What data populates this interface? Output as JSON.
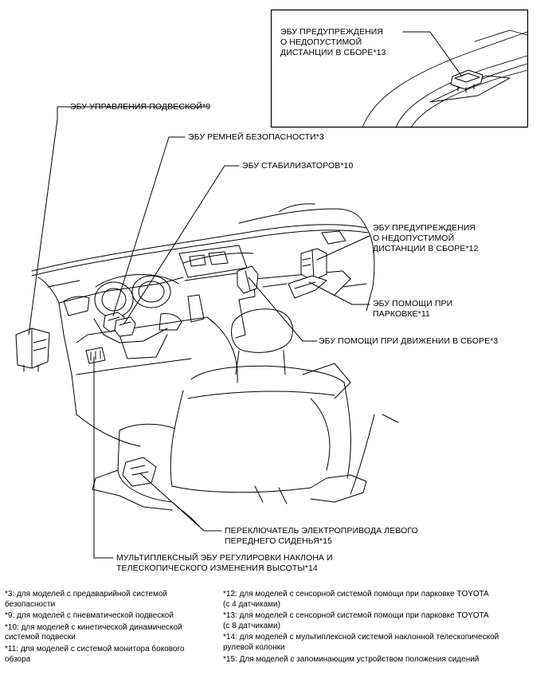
{
  "labels": {
    "ecu_warning_13": "ЭБУ ПРЕДУПРЕЖДЕНИЯ\nО НЕДОПУСТИМОЙ\nДИСТАНЦИИ В СБОРЕ*13",
    "suspension_ecu_9": "ЭБУ УПРАВЛЕНИЯ ПОДВЕСКОЙ*9",
    "seatbelt_ecu_3": "ЭБУ РЕМНЕЙ БЕЗОПАСНОСТИ*3",
    "stabilizer_ecu_10": "ЭБУ СТАБИЛИЗАТОРОВ*10",
    "ecu_warning_12": "ЭБУ ПРЕДУПРЕЖДЕНИЯ\nО НЕДОПУСТИМОЙ\nДИСТАНЦИИ В СБОРЕ*12",
    "parking_ecu_11": "ЭБУ ПОМОЩИ ПРИ\nПАРКОВКЕ*11",
    "driving_assist_ecu_3": "ЭБУ ПОМОЩИ ПРИ ДВИЖЕНИИ В СБОРЕ*3",
    "seat_switch_15": "ПЕРЕКЛЮЧАТЕЛЬ ЭЛЕКТРОПРИВОДА ЛЕВОГО\nПЕРЕДНЕГО СИДЕНЬЯ*15",
    "multiplex_ecu_14": "МУЛЬТИПЛЕКСНЫЙ ЭБУ РЕГУЛИРОВКИ НАКЛОНА И\nТЕЛЕСКОПИЧЕСКОГО ИЗМЕНЕНИЯ ВЫСОТЫ*14"
  },
  "footnotes_left": [
    "*3: для моделей с предаварийной системой\nбезопасности",
    "*9: для моделей с пневматической подвеской",
    "*10: для моделей с кинетической динамической\nсистемой подвески",
    "*11: для моделей с системой монитора бокового\nобзора"
  ],
  "footnotes_right": [
    "*12: для моделей с сенсорной системой помощи при парковке TOYOTA\n(с 4 датчиками)",
    "*13: для моделей с сенсорной системой помощи при парковке TOYOTA\n(с 8 датчиками)",
    "*14: для моделей с мультиплексной системой наклонной телескопической\nрулевой колонки",
    "*15: Для моделей с запоминающим устройством положения сидений"
  ]
}
